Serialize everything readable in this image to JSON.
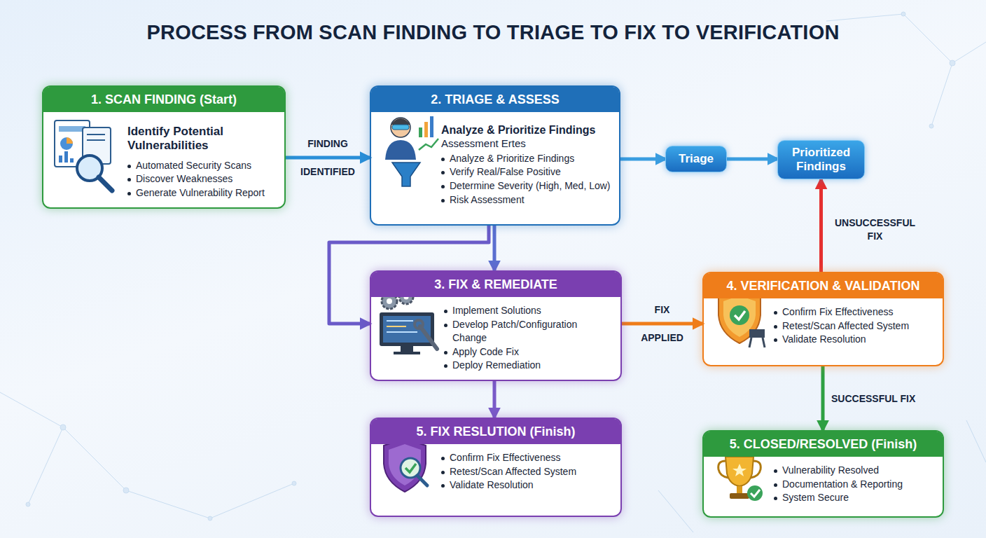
{
  "diagram": {
    "title": "PROCESS FROM SCAN FINDING TO TRIAGE TO FIX TO VERIFICATION",
    "nodes": [
      {
        "text": [
          "1. SCAN FINDING (Start)",
          "Identify Potential Vulnerabilities",
          "Automated Security Scans",
          "Discover Weaknesses",
          "Generate Vulnerability Report"
        ]
      },
      {
        "text": [
          "2. TRIAGE & ASSESS",
          "Analyze & Prioritize Findings",
          "Assessment Ertes",
          "Analyze & Prioritize Findings",
          "Verify Real/False Positive",
          "Determine Severity (High, Med, Low)",
          "Risk Assessment"
        ]
      },
      {
        "text": [
          "Triage"
        ]
      },
      {
        "text": [
          "Prioritized Findings"
        ]
      },
      {
        "text": [
          "3. FIX & REMEDIATE",
          "Implement Solutions",
          "Develop Patch/Configuration Change",
          "Apply Code Fix",
          "Deploy Remediation"
        ]
      },
      {
        "text": [
          "4. VERIFICATION & VALIDATION",
          "Confirm Fix Effectiveness",
          "Retest/Scan Affected System",
          "Validate Resolution"
        ]
      },
      {
        "text": [
          "5. FIX RESLUTION (Finish)",
          "Confirm Fix Effectiveness",
          "Retest/Scan Affected System",
          "Validate Resolution"
        ]
      },
      {
        "text": [
          "5. CLOSED/RESOLVED (Finish)",
          "Vulnerability Resolved",
          "Documentation & Reporting",
          "System Secure"
        ]
      }
    ],
    "edges": [
      {
        "from": 0,
        "to": 1,
        "label": "FINDING IDENTIFIED",
        "arrow": "to"
      },
      {
        "from": 1,
        "to": 2,
        "arrow": "to"
      },
      {
        "from": 2,
        "to": 3,
        "arrow": "to"
      },
      {
        "from": 1,
        "to": 4,
        "arrow": "to"
      },
      {
        "from": 1,
        "to": 4,
        "arrow": "to"
      },
      {
        "from": 4,
        "to": 5,
        "label": "FIX APPLIED",
        "arrow": "to"
      },
      {
        "from": 5,
        "to": 3,
        "label": "UNSUCCESSFUL FIX",
        "arrow": "to"
      },
      {
        "from": 5,
        "to": 7,
        "label": "SUCCESSFUL FIX",
        "arrow": "to"
      },
      {
        "from": 4,
        "to": 6,
        "arrow": "to"
      }
    ]
  }
}
